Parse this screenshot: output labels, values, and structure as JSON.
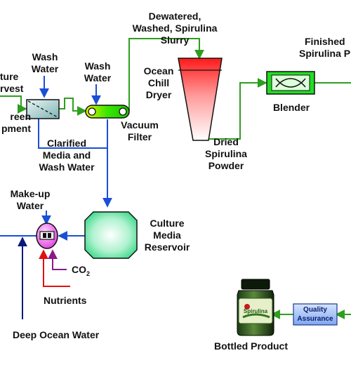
{
  "labels": {
    "culture_harvest": [
      "lture",
      "rvest"
    ],
    "wash_water_1": [
      "Wash",
      "Water"
    ],
    "wash_water_2": [
      "Wash",
      "Water"
    ],
    "screen_equipment": [
      "reen",
      "pment"
    ],
    "dewatered_slurry": [
      "Dewatered,",
      "Washed, Spirulina",
      "Slurry"
    ],
    "finished_spirulina": [
      "Finished",
      "Spirulina P"
    ],
    "ocean_chill_dryer": [
      "Ocean",
      "Chill",
      "Dryer"
    ],
    "blender": "Blender",
    "vacuum_filter": [
      "Vacuum",
      "Filter"
    ],
    "clarified_media": [
      "Clarified",
      "Media and",
      "Wash Water"
    ],
    "dried_powder": [
      "Dried",
      "Spirulina",
      "Powder"
    ],
    "makeup_water": [
      "Make-up",
      "Water"
    ],
    "culture_media_reservoir": [
      "Culture",
      "Media",
      "Reservoir"
    ],
    "co2": "CO",
    "co2_subscript": "2",
    "nutrients": "Nutrients",
    "deep_ocean_water": "Deep Ocean Water",
    "bottled_product": "Bottled Product",
    "quality_assurance": [
      "Quality",
      "Assurance"
    ],
    "bottle_text": "Spirulina"
  },
  "colors": {
    "green_line": "#2e9e1e",
    "blue_line": "#1a4fd6",
    "navy_line": "#0a1a7a",
    "red_line": "#e01010",
    "purple_line": "#8a1a8a"
  }
}
